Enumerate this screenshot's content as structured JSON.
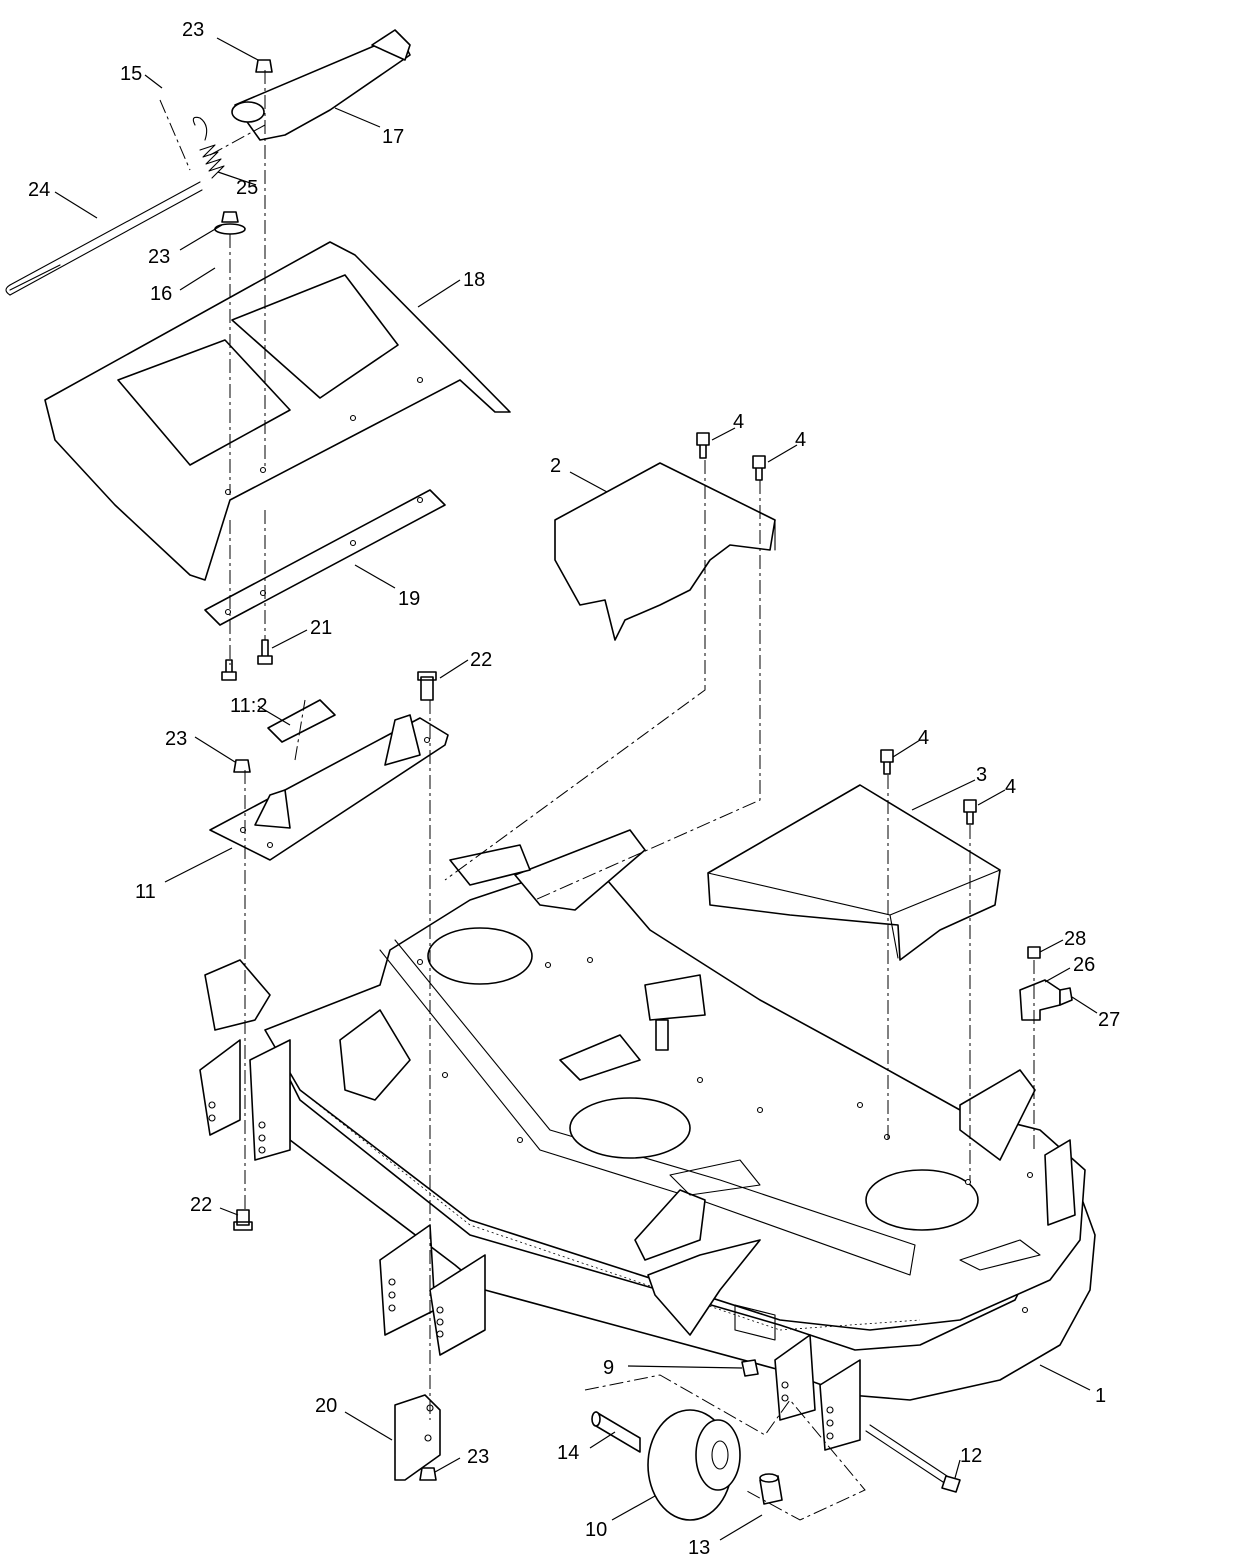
{
  "callouts": {
    "c1": "1",
    "c2": "2",
    "c3": "3",
    "c4a": "4",
    "c4b": "4",
    "c4c": "4",
    "c4d": "4",
    "c9": "9",
    "c10": "10",
    "c11": "11",
    "c11_2": "11:2",
    "c12": "12",
    "c13": "13",
    "c14": "14",
    "c15": "15",
    "c16": "16",
    "c17": "17",
    "c18": "18",
    "c19": "19",
    "c20": "20",
    "c21": "21",
    "c22a": "22",
    "c22b": "22",
    "c23a": "23",
    "c23b": "23",
    "c23c": "23",
    "c23d": "23",
    "c24": "24",
    "c25": "25",
    "c26": "26",
    "c27": "27",
    "c28": "28"
  },
  "colors": {
    "line": "#000000",
    "background": "#ffffff"
  }
}
